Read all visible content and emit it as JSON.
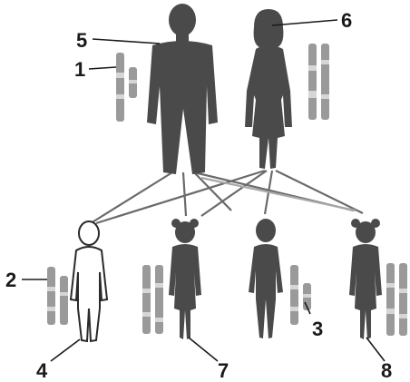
{
  "labels": {
    "l1": "1",
    "l2": "2",
    "l3": "3",
    "l4": "4",
    "l5": "5",
    "l6": "6",
    "l7": "7",
    "l8": "8"
  },
  "colors": {
    "silhouette": "#4a4a4a",
    "chromosome": "#9a9a9a",
    "chromosome_band": "#d6d6d6",
    "line": "#3a3a3a",
    "outline": "#2a2a2a",
    "background": "#ffffff"
  }
}
